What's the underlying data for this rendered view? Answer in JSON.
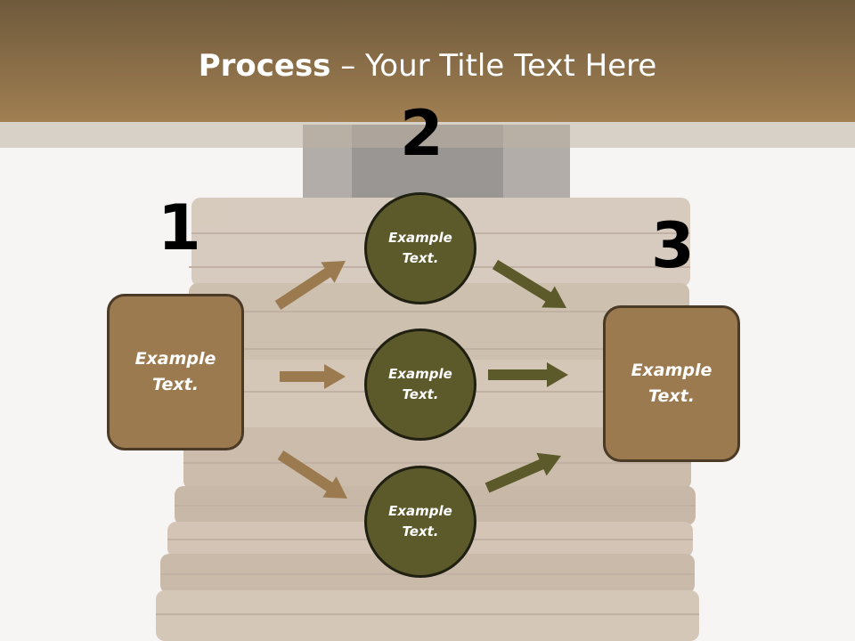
{
  "title": {
    "bold": "Process",
    "rest": " – Your Title Text Here"
  },
  "steps": [
    {
      "number": "1",
      "text": "Example\nText."
    },
    {
      "number": "2",
      "text": "Example\nText."
    },
    {
      "number": "3",
      "text": "Example\nText."
    }
  ],
  "circles": [
    {
      "text": "Example\nText."
    },
    {
      "text": "Example\nText."
    },
    {
      "text": "Example\nText."
    }
  ],
  "colors": {
    "header": "#a07f52",
    "box": "#9c7a50",
    "circle": "#5c5a2a",
    "arrow_in": "#9c7a50",
    "arrow_out": "#5c5a2a"
  }
}
